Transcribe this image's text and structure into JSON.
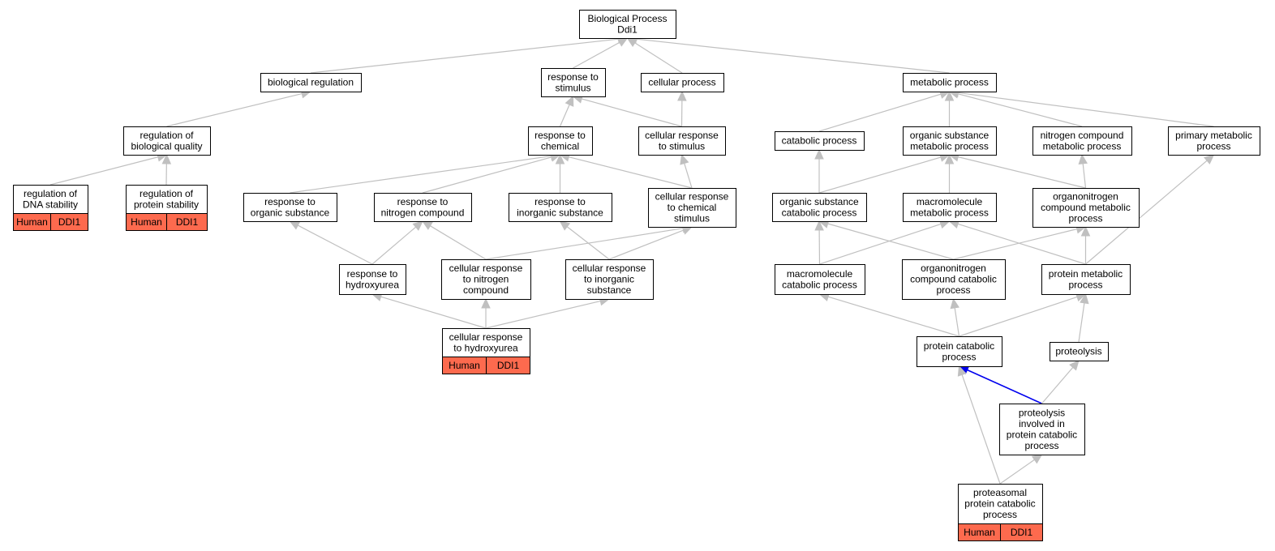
{
  "colors": {
    "edge": "#c0c0c0",
    "highlight_edge": "#0000ee",
    "annotation_fill": "#fd6a4e",
    "node_border": "#000000"
  },
  "nodes": [
    {
      "id": "bp",
      "lines": [
        "Biological Process",
        "Ddi1"
      ]
    },
    {
      "id": "biological_regulation",
      "lines": [
        "biological regulation"
      ]
    },
    {
      "id": "response_to_stimulus",
      "lines": [
        "response to",
        "stimulus"
      ]
    },
    {
      "id": "cellular_process",
      "lines": [
        "cellular process"
      ]
    },
    {
      "id": "metabolic_process",
      "lines": [
        "metabolic process"
      ]
    },
    {
      "id": "regulation_of_biological_quality",
      "lines": [
        "regulation of",
        "biological quality"
      ]
    },
    {
      "id": "response_to_chemical",
      "lines": [
        "response to",
        "chemical"
      ]
    },
    {
      "id": "cellular_response_to_stimulus",
      "lines": [
        "cellular response",
        "to stimulus"
      ]
    },
    {
      "id": "catabolic_process",
      "lines": [
        "catabolic process"
      ]
    },
    {
      "id": "organic_substance_metabolic_process",
      "lines": [
        "organic substance",
        "metabolic process"
      ]
    },
    {
      "id": "nitrogen_compound_metabolic_process",
      "lines": [
        "nitrogen compound",
        "metabolic process"
      ]
    },
    {
      "id": "primary_metabolic_process",
      "lines": [
        "primary metabolic",
        "process"
      ]
    },
    {
      "id": "regulation_of_dna_stability",
      "lines": [
        "regulation of",
        "DNA stability"
      ],
      "tags": [
        "Human",
        "DDI1"
      ]
    },
    {
      "id": "regulation_of_protein_stability",
      "lines": [
        "regulation of",
        "protein stability"
      ],
      "tags": [
        "Human",
        "DDI1"
      ]
    },
    {
      "id": "response_to_organic_substance",
      "lines": [
        "response to",
        "organic substance"
      ]
    },
    {
      "id": "response_to_nitrogen_compound",
      "lines": [
        "response to",
        "nitrogen compound"
      ]
    },
    {
      "id": "response_to_inorganic_substance",
      "lines": [
        "response to",
        "inorganic substance"
      ]
    },
    {
      "id": "cellular_response_to_chemical_stimulus",
      "lines": [
        "cellular response",
        "to chemical",
        "stimulus"
      ]
    },
    {
      "id": "organic_substance_catabolic_process",
      "lines": [
        "organic substance",
        "catabolic process"
      ]
    },
    {
      "id": "macromolecule_metabolic_process",
      "lines": [
        "macromolecule",
        "metabolic process"
      ]
    },
    {
      "id": "organonitrogen_compound_metabolic_process",
      "lines": [
        "organonitrogen",
        "compound metabolic",
        "process"
      ]
    },
    {
      "id": "response_to_hydroxyurea",
      "lines": [
        "response to",
        "hydroxyurea"
      ]
    },
    {
      "id": "cellular_response_to_nitrogen_compound",
      "lines": [
        "cellular response",
        "to nitrogen",
        "compound"
      ]
    },
    {
      "id": "cellular_response_to_inorganic_substance",
      "lines": [
        "cellular response",
        "to inorganic",
        "substance"
      ]
    },
    {
      "id": "macromolecule_catabolic_process",
      "lines": [
        "macromolecule",
        "catabolic process"
      ]
    },
    {
      "id": "organonitrogen_compound_catabolic_process",
      "lines": [
        "organonitrogen",
        "compound catabolic",
        "process"
      ]
    },
    {
      "id": "protein_metabolic_process",
      "lines": [
        "protein metabolic",
        "process"
      ]
    },
    {
      "id": "cellular_response_to_hydroxyurea",
      "lines": [
        "cellular response",
        "to hydroxyurea"
      ],
      "tags": [
        "Human",
        "DDI1"
      ]
    },
    {
      "id": "protein_catabolic_process",
      "lines": [
        "protein catabolic",
        "process"
      ]
    },
    {
      "id": "proteolysis",
      "lines": [
        "proteolysis"
      ]
    },
    {
      "id": "proteolysis_involved_in_protein_catabolic_process",
      "lines": [
        "proteolysis",
        "involved in",
        "protein catabolic",
        "process"
      ]
    },
    {
      "id": "proteasomal_protein_catabolic_process",
      "lines": [
        "proteasomal",
        "protein catabolic",
        "process"
      ],
      "tags": [
        "Human",
        "DDI1"
      ]
    }
  ],
  "edges": [
    {
      "from": "biological_regulation",
      "to": "bp"
    },
    {
      "from": "response_to_stimulus",
      "to": "bp"
    },
    {
      "from": "cellular_process",
      "to": "bp"
    },
    {
      "from": "metabolic_process",
      "to": "bp"
    },
    {
      "from": "regulation_of_biological_quality",
      "to": "biological_regulation"
    },
    {
      "from": "response_to_chemical",
      "to": "response_to_stimulus"
    },
    {
      "from": "cellular_response_to_stimulus",
      "to": "response_to_stimulus"
    },
    {
      "from": "cellular_response_to_stimulus",
      "to": "cellular_process"
    },
    {
      "from": "catabolic_process",
      "to": "metabolic_process"
    },
    {
      "from": "organic_substance_metabolic_process",
      "to": "metabolic_process"
    },
    {
      "from": "nitrogen_compound_metabolic_process",
      "to": "metabolic_process"
    },
    {
      "from": "primary_metabolic_process",
      "to": "metabolic_process"
    },
    {
      "from": "regulation_of_dna_stability",
      "to": "regulation_of_biological_quality"
    },
    {
      "from": "regulation_of_protein_stability",
      "to": "regulation_of_biological_quality"
    },
    {
      "from": "response_to_organic_substance",
      "to": "response_to_chemical"
    },
    {
      "from": "response_to_nitrogen_compound",
      "to": "response_to_chemical"
    },
    {
      "from": "response_to_inorganic_substance",
      "to": "response_to_chemical"
    },
    {
      "from": "cellular_response_to_chemical_stimulus",
      "to": "response_to_chemical"
    },
    {
      "from": "cellular_response_to_chemical_stimulus",
      "to": "cellular_response_to_stimulus"
    },
    {
      "from": "organic_substance_catabolic_process",
      "to": "catabolic_process"
    },
    {
      "from": "organic_substance_catabolic_process",
      "to": "organic_substance_metabolic_process"
    },
    {
      "from": "macromolecule_metabolic_process",
      "to": "organic_substance_metabolic_process"
    },
    {
      "from": "organonitrogen_compound_metabolic_process",
      "to": "organic_substance_metabolic_process"
    },
    {
      "from": "organonitrogen_compound_metabolic_process",
      "to": "nitrogen_compound_metabolic_process"
    },
    {
      "from": "response_to_hydroxyurea",
      "to": "response_to_organic_substance"
    },
    {
      "from": "response_to_hydroxyurea",
      "to": "response_to_nitrogen_compound"
    },
    {
      "from": "cellular_response_to_nitrogen_compound",
      "to": "response_to_nitrogen_compound"
    },
    {
      "from": "cellular_response_to_nitrogen_compound",
      "to": "cellular_response_to_chemical_stimulus"
    },
    {
      "from": "cellular_response_to_inorganic_substance",
      "to": "response_to_inorganic_substance"
    },
    {
      "from": "cellular_response_to_inorganic_substance",
      "to": "cellular_response_to_chemical_stimulus"
    },
    {
      "from": "macromolecule_catabolic_process",
      "to": "organic_substance_catabolic_process"
    },
    {
      "from": "macromolecule_catabolic_process",
      "to": "macromolecule_metabolic_process"
    },
    {
      "from": "organonitrogen_compound_catabolic_process",
      "to": "organic_substance_catabolic_process"
    },
    {
      "from": "organonitrogen_compound_catabolic_process",
      "to": "organonitrogen_compound_metabolic_process"
    },
    {
      "from": "protein_metabolic_process",
      "to": "macromolecule_metabolic_process"
    },
    {
      "from": "protein_metabolic_process",
      "to": "organonitrogen_compound_metabolic_process"
    },
    {
      "from": "protein_metabolic_process",
      "to": "primary_metabolic_process"
    },
    {
      "from": "cellular_response_to_hydroxyurea",
      "to": "response_to_hydroxyurea"
    },
    {
      "from": "cellular_response_to_hydroxyurea",
      "to": "cellular_response_to_nitrogen_compound"
    },
    {
      "from": "cellular_response_to_hydroxyurea",
      "to": "cellular_response_to_inorganic_substance"
    },
    {
      "from": "protein_catabolic_process",
      "to": "macromolecule_catabolic_process"
    },
    {
      "from": "protein_catabolic_process",
      "to": "organonitrogen_compound_catabolic_process"
    },
    {
      "from": "protein_catabolic_process",
      "to": "protein_metabolic_process"
    },
    {
      "from": "proteolysis",
      "to": "protein_metabolic_process"
    },
    {
      "from": "proteolysis_involved_in_protein_catabolic_process",
      "to": "protein_catabolic_process",
      "highlight": true
    },
    {
      "from": "proteolysis_involved_in_protein_catabolic_process",
      "to": "proteolysis"
    },
    {
      "from": "proteasomal_protein_catabolic_process",
      "to": "protein_catabolic_process"
    },
    {
      "from": "proteasomal_protein_catabolic_process",
      "to": "proteolysis_involved_in_protein_catabolic_process"
    }
  ]
}
